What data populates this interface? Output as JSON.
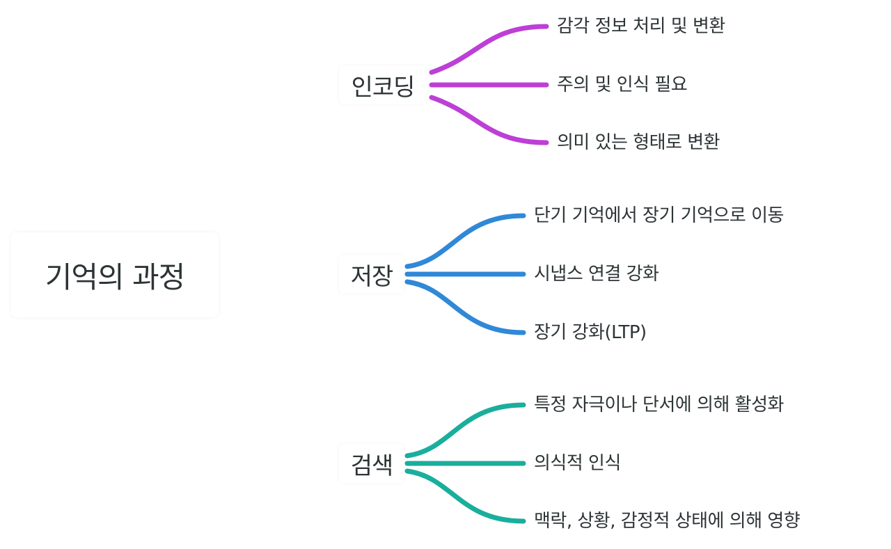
{
  "diagram": {
    "root": {
      "label": "기억의 과정"
    },
    "branches": [
      {
        "label": "인코딩",
        "color": "#bd3fd6",
        "children": [
          "감각 정보 처리 및 변환",
          "주의 및 인식 필요",
          "의미 있는 형태로 변환"
        ]
      },
      {
        "label": "저장",
        "color": "#3088d8",
        "children": [
          "단기 기억에서 장기 기억으로 이동",
          "시냅스 연결 강화",
          "장기 강화(LTP)"
        ]
      },
      {
        "label": "검색",
        "color": "#1aae9c",
        "children": [
          "특정 자극이나 단서에 의해 활성화",
          "의식적 인식",
          "맥락, 상황, 감정적 상태에 의해 영향"
        ]
      }
    ]
  }
}
